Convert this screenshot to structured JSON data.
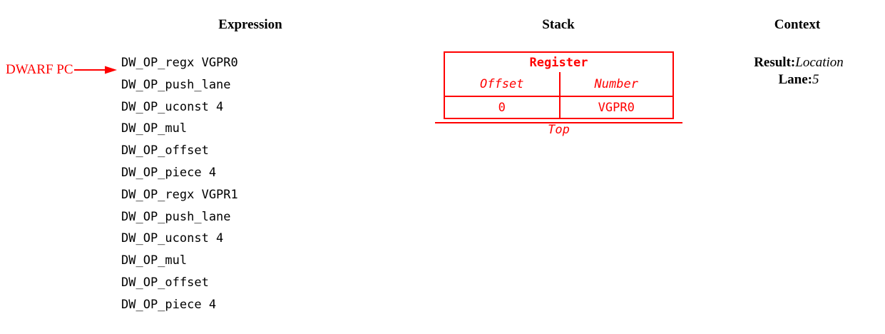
{
  "headers": {
    "expression": "Expression",
    "stack": "Stack",
    "context": "Context"
  },
  "annotation": {
    "label": "DWARF PC",
    "arrow_color": "#ff0000"
  },
  "expression": {
    "lines": [
      "DW_OP_regx VGPR0",
      "DW_OP_push_lane",
      "DW_OP_uconst 4",
      "DW_OP_mul",
      "DW_OP_offset",
      "DW_OP_piece 4",
      "DW_OP_regx VGPR1",
      "DW_OP_push_lane",
      "DW_OP_uconst 4",
      "DW_OP_mul",
      "DW_OP_offset",
      "DW_OP_piece 4"
    ]
  },
  "stack": {
    "color": "#ff0000",
    "entry_title": "Register",
    "column_headers": [
      "Offset",
      "Number"
    ],
    "values": [
      "0",
      "VGPR0"
    ],
    "top_label": "Top"
  },
  "context": {
    "rows": [
      {
        "key": "Result:",
        "value": "Location"
      },
      {
        "key": "Lane:",
        "value": "5"
      }
    ]
  }
}
